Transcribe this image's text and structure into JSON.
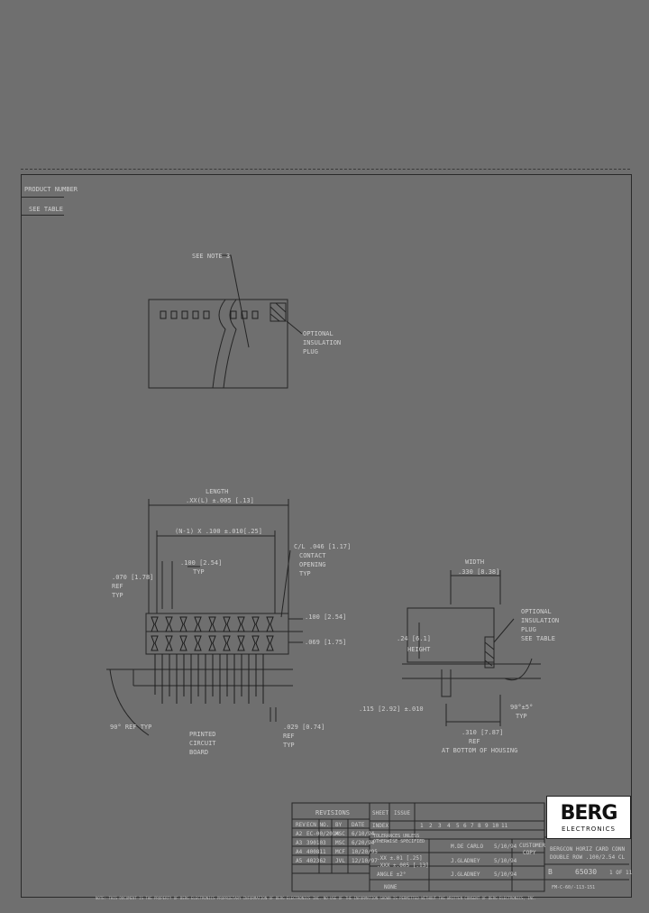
{
  "header": {
    "product_number_label": "PRODUCT NUMBER",
    "see_table": "SEE TABLE"
  },
  "top_view": {
    "see_note": "SEE NOTE 3",
    "optional_plug": [
      "OPTIONAL",
      "INSULATION",
      "PLUG"
    ]
  },
  "front_view": {
    "length_label": "LENGTH",
    "dim_length": ".XX(L) ±.005 [.13]",
    "dim_inner": "(N-1) X .100 ±.010[.25]",
    "dim_pitch": ".100 [2.54]",
    "typ": "TYP",
    "dim_left": ".070 [1.78]",
    "ref": "REF",
    "dim_contact": "C/L .046 [1.17]",
    "contact_opening": [
      "CONTACT",
      "OPENING"
    ],
    "dim_right_a": ".100 [2.54]",
    "dim_right_b": ".069 [1.75]",
    "dim_bottom": ".029 [0.74]",
    "angle": "90° REF TYP",
    "pcb": [
      "PRINTED",
      "CIRCUIT",
      "BOARD"
    ]
  },
  "side_view": {
    "width_label": "WIDTH",
    "dim_width": ".330 [8.38]",
    "height_dim": ".24 [6.1]",
    "height_label": "HEIGHT",
    "optional_plug": [
      "OPTIONAL",
      "INSULATION",
      "PLUG",
      "SEE TABLE"
    ],
    "angle": "90°±5°",
    "typ": "TYP",
    "dim_low": ".115 [2.92] ±.010",
    "dim_bottom": ".310 [7.87]",
    "ref": "REF",
    "bottom_note": "AT BOTTOM OF HOUSING"
  },
  "title_block": {
    "revisions_label": "REVISIONS",
    "rev_headers": [
      "REV",
      "ECN NO.",
      "BY",
      "DATE"
    ],
    "revs": [
      [
        "A2",
        "EC-00/2014",
        "MSC",
        "6/10/94"
      ],
      [
        "A3",
        "390103",
        "MSC",
        "6/20/94"
      ],
      [
        "A4",
        "400811",
        "MCF",
        "10/20/95"
      ],
      [
        "A5",
        "402362",
        "JVL",
        "12/10/97"
      ]
    ],
    "sheet_label": "SHEET",
    "index_label": "INDEX",
    "issue_label": "ISSUE",
    "sheet_numbers": [
      "1",
      "2",
      "3",
      "4",
      "5",
      "6",
      "7",
      "8",
      "9",
      "10",
      "11"
    ],
    "tolerances": [
      "TOLERANCES UNLESS",
      "OTHERWISE SPECIFIED"
    ],
    "tol_values": [
      ".XX ±.01 [.25]",
      ".XXX ±.005 [.13]",
      "ANGLE ±2°"
    ],
    "drawn_by": "M.DE CARLO",
    "date_drawn": "5/10/94",
    "checked_by": "J.GLADNEY",
    "date_checked": "5/10/94",
    "approved_by": "J.GLADNEY",
    "date_approved": "5/10/94",
    "scale": "NONE",
    "customer_copy": [
      "CUSTOMER",
      "COPY"
    ],
    "company": "BERG",
    "company_sub": "ELECTRONICS",
    "title": [
      "BERGCON HORIZ CARD CONN",
      "DOUBLE ROW .100/2.54 CL"
    ],
    "size": "B",
    "number": "65030",
    "sheet": "1 OF 11",
    "doc_no": "FM-C-60/-113-151",
    "disclaimer": "NOTE: THIS DOCUMENT IS THE PROPERTY OF BERG ELECTRONICS PROPRIETARY INFORMATION OF BERG ELECTRONICS INC. NO USE OF THE INFORMATION SHOWN IS PERMITTED WITHOUT THE WRITTEN CONSENT OF BERG ELECTRONICS, INC."
  }
}
